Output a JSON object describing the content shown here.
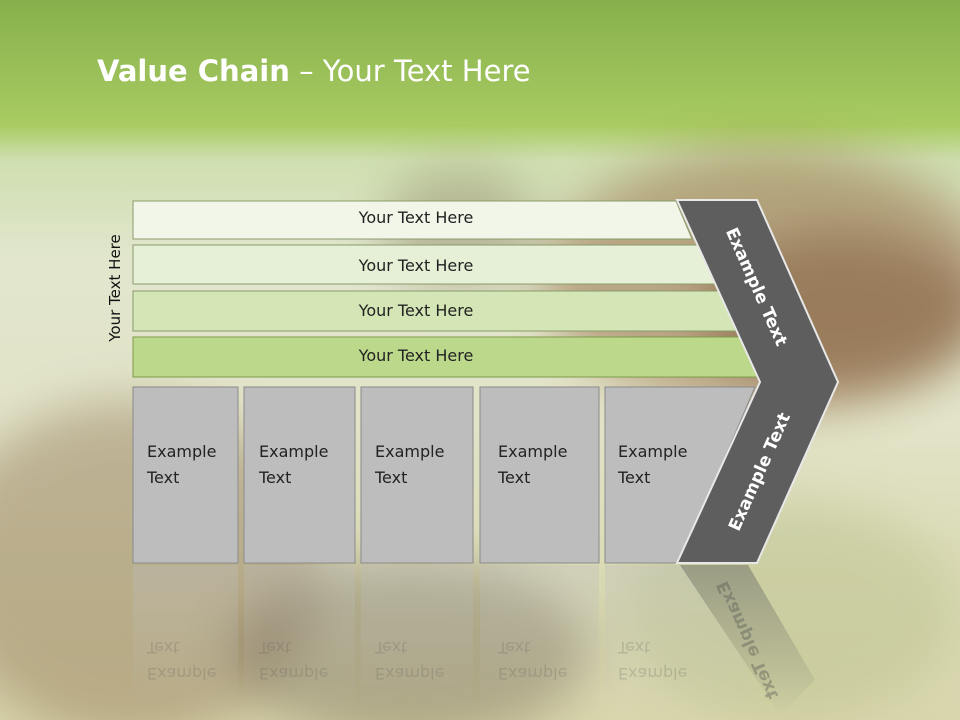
{
  "title": {
    "bold": "Value Chain",
    "rest": " – Your Text Here"
  },
  "side_label": "Your Text Here",
  "bars": [
    {
      "label": "Your Text Here"
    },
    {
      "label": "Your Text Here"
    },
    {
      "label": "Your Text Here"
    },
    {
      "label": "Your Text Here"
    }
  ],
  "cells": [
    {
      "line1": "Example",
      "line2": "Text"
    },
    {
      "line1": "Example",
      "line2": "Text"
    },
    {
      "line1": "Example",
      "line2": "Text"
    },
    {
      "line1": "Example",
      "line2": "Text"
    },
    {
      "line1": "Example",
      "line2": "Text"
    }
  ],
  "chevron": {
    "top_label": "Example Text",
    "bottom_label": "Example Text"
  },
  "colors": {
    "header_green": "#8fb94f",
    "bar_fills": [
      "#f1f6e9",
      "#e6f0d6",
      "#d4e6b5",
      "#bcd98b"
    ],
    "cell_fill": "#bdbdbd",
    "chevron_fill": "#5e5e5e"
  }
}
